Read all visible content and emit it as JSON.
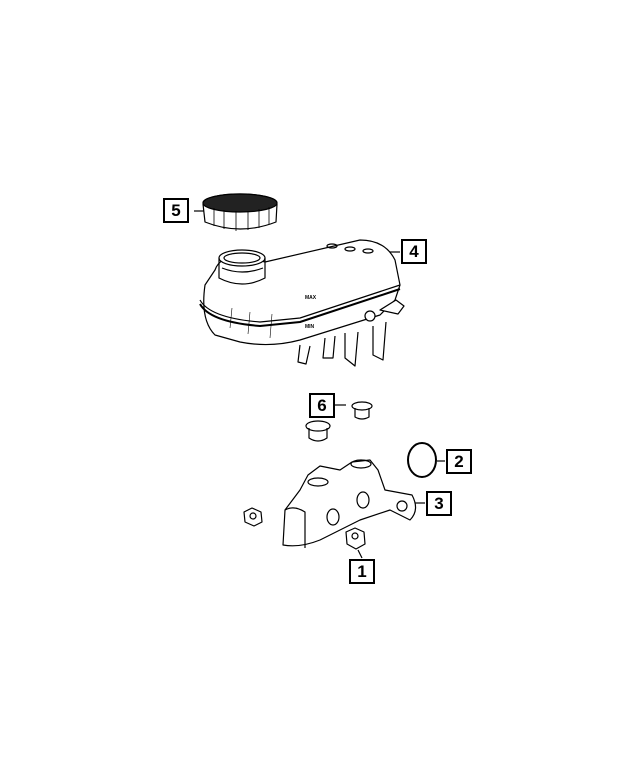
{
  "callouts": [
    {
      "number": "1",
      "part": "nut"
    },
    {
      "number": "2",
      "part": "o-ring"
    },
    {
      "number": "3",
      "part": "master-cylinder"
    },
    {
      "number": "4",
      "part": "reservoir"
    },
    {
      "number": "5",
      "part": "reservoir-cap"
    },
    {
      "number": "6",
      "part": "grommet"
    }
  ],
  "reservoir_marks": {
    "max": "MAX",
    "min": "MIN"
  }
}
